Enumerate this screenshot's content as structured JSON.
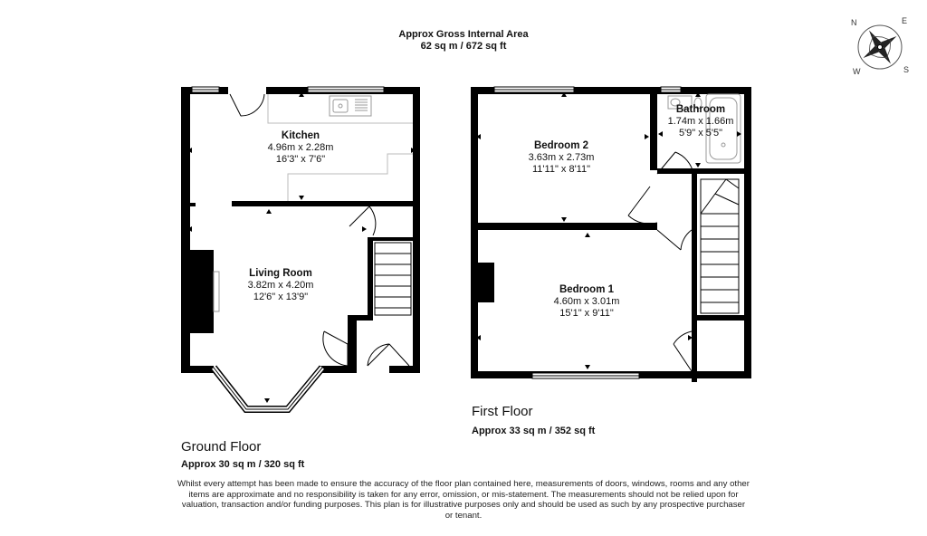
{
  "header": {
    "area_title": "Approx Gross Internal Area",
    "area_value": "62 sq m / 672 sq ft"
  },
  "compass": {
    "icon": "compass-rose-icon",
    "labels": [
      "N",
      "E",
      "S",
      "W"
    ]
  },
  "ground_floor": {
    "title": "Ground Floor",
    "area": "Approx 30 sq m / 320 sq ft",
    "rooms": [
      {
        "name": "Kitchen",
        "metric": "4.96m x 2.28m",
        "imperial": "16'3\" x 7'6\""
      },
      {
        "name": "Living Room",
        "metric": "3.82m x 4.20m",
        "imperial": "12'6\" x 13'9\""
      }
    ]
  },
  "first_floor": {
    "title": "First Floor",
    "area": "Approx 33 sq m / 352 sq ft",
    "rooms": [
      {
        "name": "Bedroom 2",
        "metric": "3.63m x 2.73m",
        "imperial": "11'11\" x 8'11\""
      },
      {
        "name": "Bathroom",
        "metric": "1.74m x 1.66m",
        "imperial": "5'9\" x 5'5\""
      },
      {
        "name": "Bedroom 1",
        "metric": "4.60m x 3.01m",
        "imperial": "15'1\" x 9'11\""
      }
    ]
  },
  "disclaimer": "Whilst every attempt has been made to ensure the accuracy of the floor plan contained here, measurements of doors, windows, rooms and any other items are approximate and no responsibility is taken for any error, omission, or mis-statement. The measurements should not be relied upon for valuation, transaction and/or funding purposes. This plan is for illustrative purposes only and should be used as such by any prospective purchaser or tenant.",
  "colors": {
    "wall": "#000000",
    "line": "#bbbbbb",
    "background": "#ffffff"
  }
}
